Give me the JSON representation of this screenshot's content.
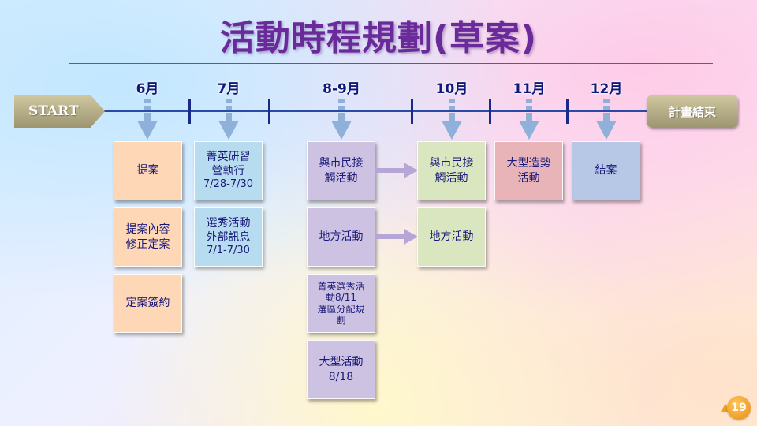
{
  "title": "活動時程規劃(草案)",
  "start_label": "START",
  "end_label": "計畫結束",
  "months": [
    "6月",
    "7月",
    "8-9月",
    "10月",
    "11月",
    "12月"
  ],
  "columns": {
    "june": [
      {
        "lines": [
          "提案"
        ]
      },
      {
        "lines": [
          "提案內容",
          "修正定案"
        ]
      },
      {
        "lines": [
          "定案簽約"
        ]
      }
    ],
    "july": [
      {
        "lines": [
          "菁英研習",
          "營執行"
        ],
        "sub": "7/28-7/30"
      },
      {
        "lines": [
          "選秀活動",
          "外部訊息"
        ],
        "sub": "7/1-7/30"
      }
    ],
    "aug_sep": [
      {
        "lines": [
          "與市民接",
          "觸活動"
        ]
      },
      {
        "lines": [
          "地方活動"
        ]
      },
      {
        "lines": [
          "菁英選秀活",
          "動8/11",
          "選區分配規",
          "劃"
        ]
      },
      {
        "lines": [
          "大型活動",
          "8/18"
        ]
      }
    ],
    "oct": [
      {
        "lines": [
          "與市民接",
          "觸活動"
        ]
      },
      {
        "lines": [
          "地方活動"
        ]
      }
    ],
    "nov": [
      {
        "lines": [
          "大型造勢",
          "活動"
        ]
      }
    ],
    "dec": [
      {
        "lines": [
          "結案"
        ]
      }
    ]
  },
  "page_number": "19",
  "colors": {
    "title": "#6a2a9a",
    "timeline": "#2a4aa8",
    "arrow": "#8fb0d8"
  }
}
